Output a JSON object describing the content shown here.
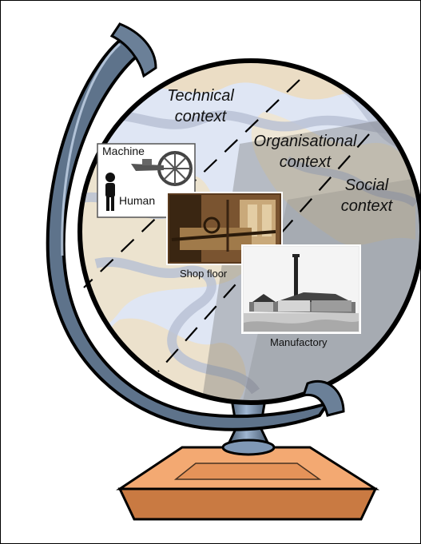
{
  "labels": {
    "technical": [
      "Technical",
      "context"
    ],
    "organisational": [
      "Organisational",
      "context"
    ],
    "social": [
      "Social",
      "context"
    ]
  },
  "inset": {
    "machine": "Machine",
    "human": "Human"
  },
  "photos": {
    "shop_floor": "Shop floor",
    "manufactory": "Manufactory"
  },
  "colors": {
    "globe_frame": "#5a6f85",
    "frame_highlight": "#b9cbe0",
    "ocean": "#d7dff0",
    "land": "#b8bfd2",
    "base_top": "#f0a56a",
    "base_side": "#c9783f",
    "outline": "#000000"
  }
}
